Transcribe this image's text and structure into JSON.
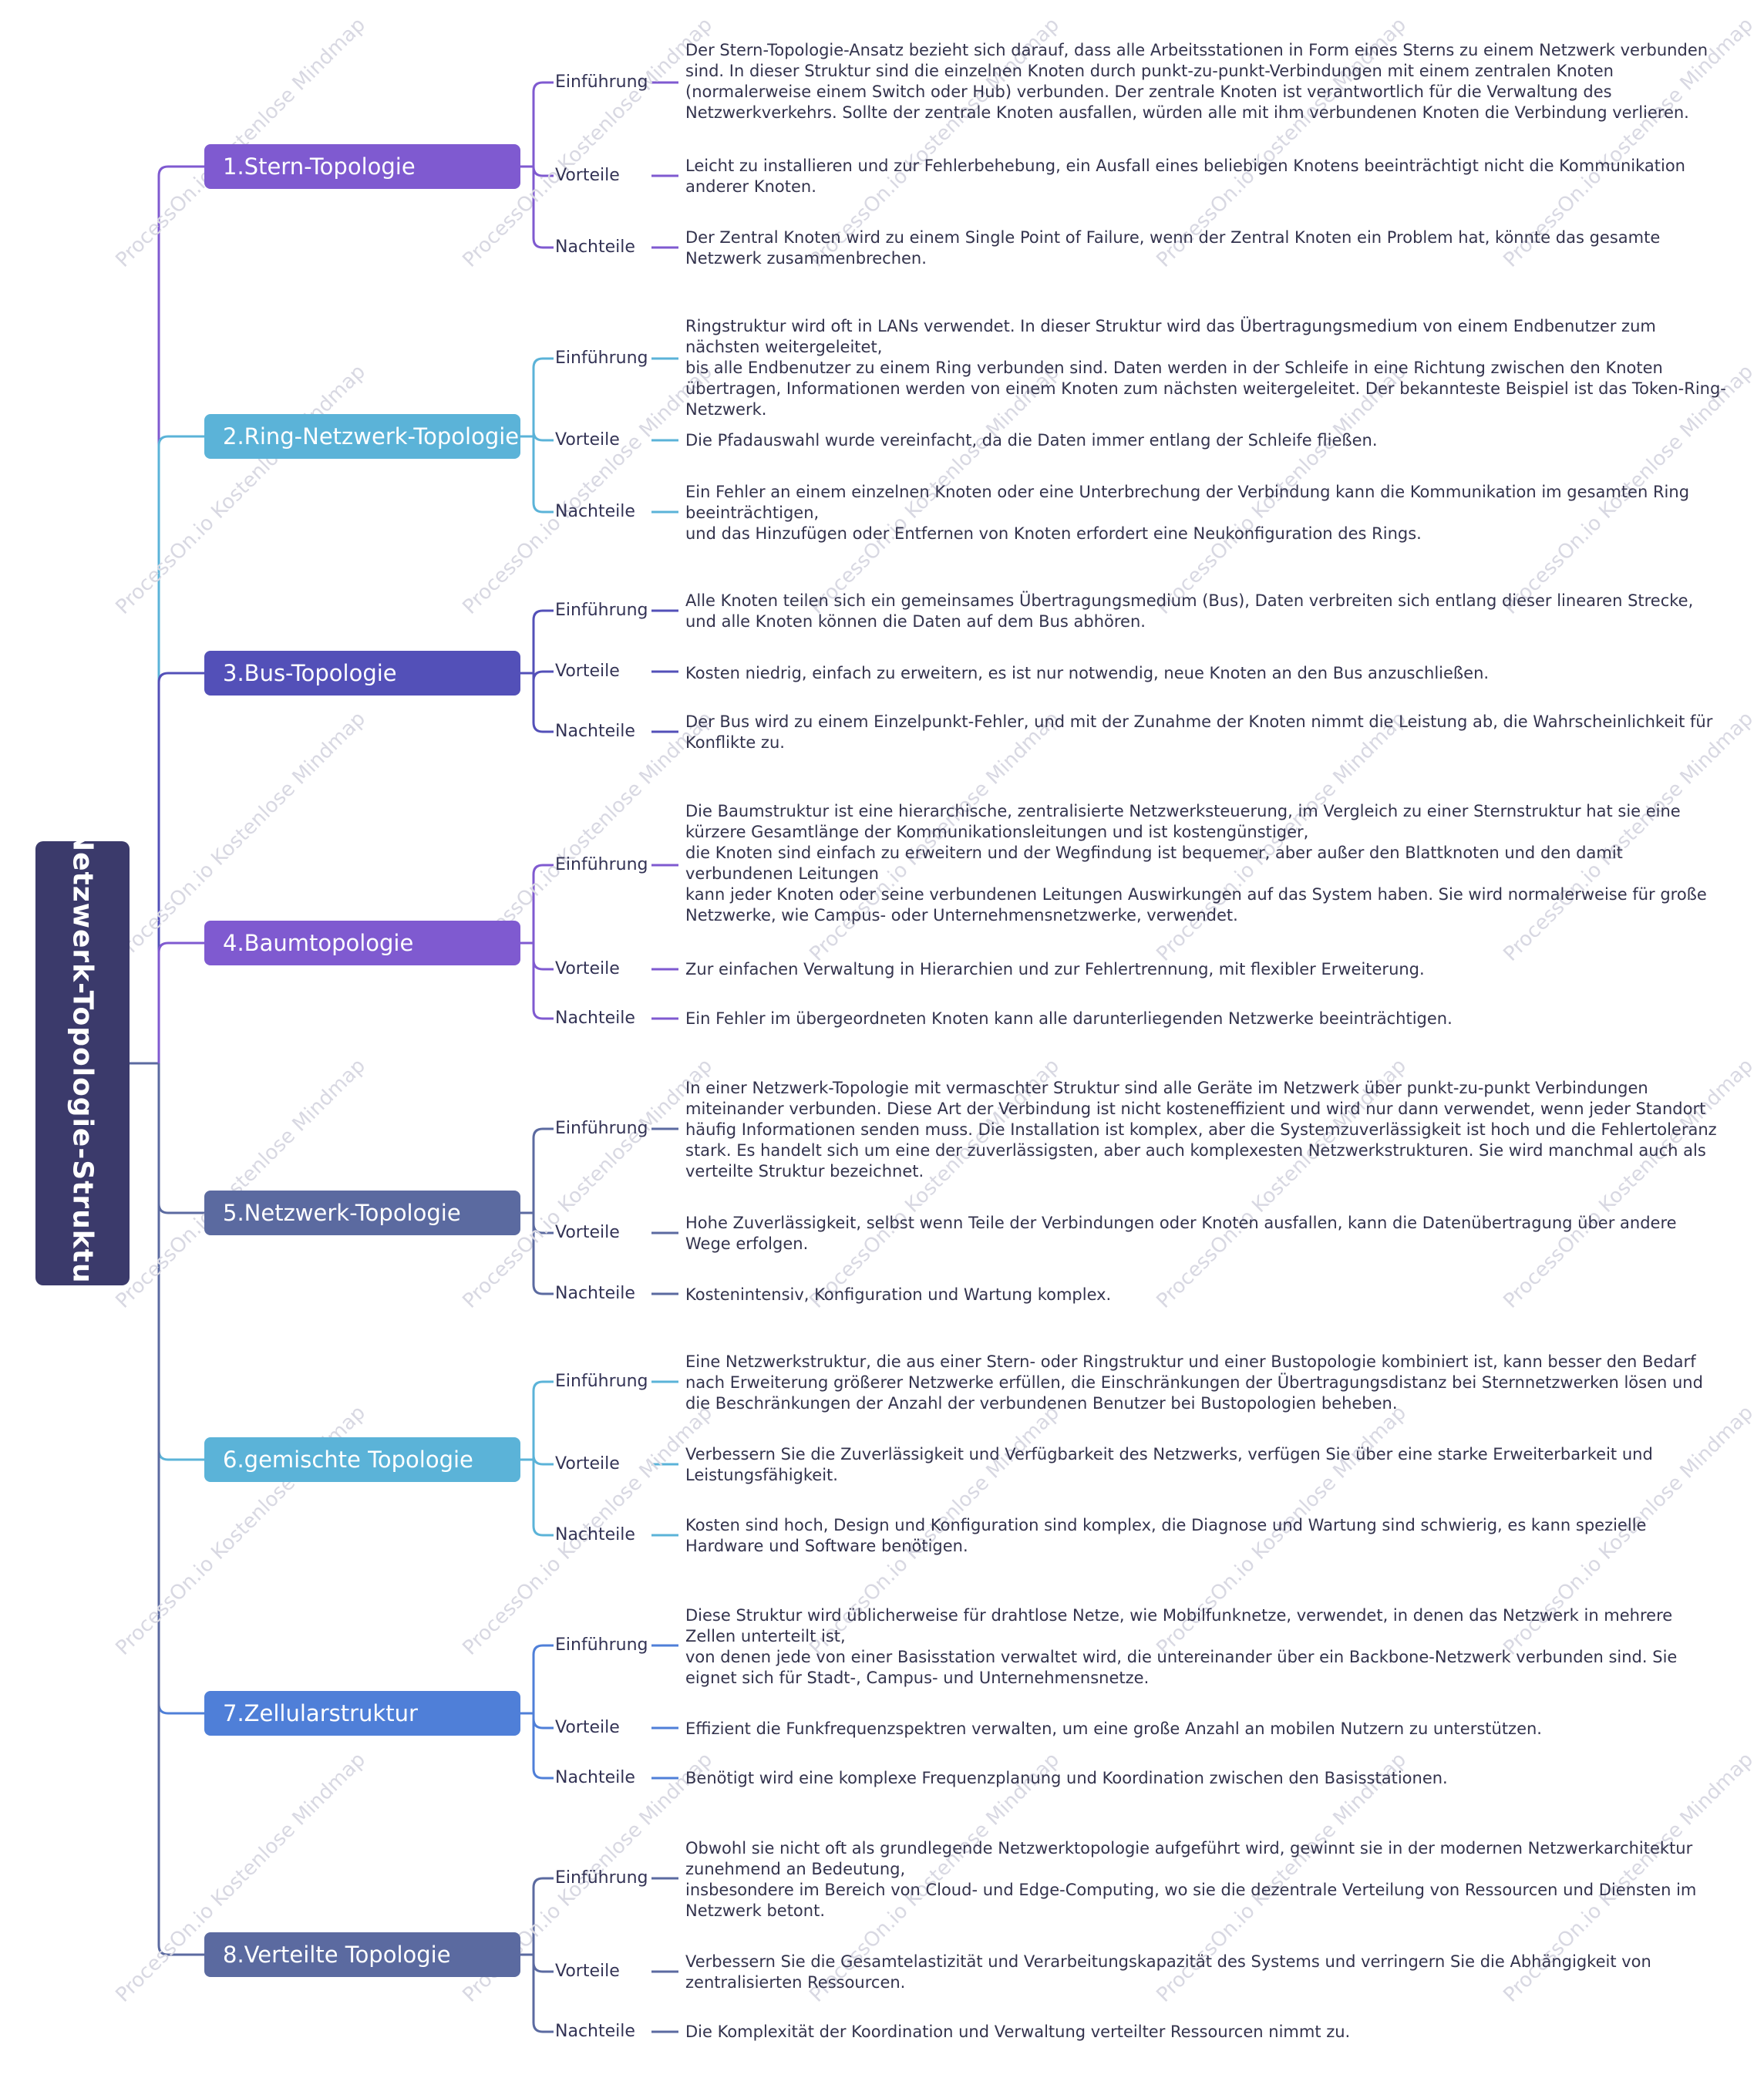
{
  "root": {
    "title": "Netzwerk-Topologie-Struktur"
  },
  "watermark": "ProcessOn.io Kostenlose Mindmap",
  "branches": [
    {
      "label": "1.Stern-Topologie",
      "color": "#7f5ad0",
      "children": [
        {
          "label": "Einführung",
          "text": "Der Stern-Topologie-Ansatz bezieht sich darauf, dass alle Arbeitsstationen in Form eines Sterns zu einem Netzwerk verbunden sind. In dieser Struktur sind die einzelnen Knoten durch punkt-zu-punkt-Verbindungen mit einem zentralen Knoten (normalerweise einem Switch oder Hub) verbunden. Der zentrale Knoten ist verantwortlich für die Verwaltung des Netzwerkverkehrs. Sollte der zentrale Knoten ausfallen, würden alle mit ihm verbundenen Knoten die Verbindung verlieren."
        },
        {
          "label": "Vorteile",
          "text": "Leicht zu installieren und zur Fehlerbehebung, ein Ausfall eines beliebigen Knotens beeinträchtigt nicht die Kommunikation anderer Knoten."
        },
        {
          "label": "Nachteile",
          "text": "Der Zentral Knoten wird zu einem Single Point of Failure, wenn der Zentral Knoten ein Problem hat, könnte das gesamte Netzwerk zusammenbrechen."
        }
      ]
    },
    {
      "label": "2.Ring-Netzwerk-Topologie",
      "color": "#5bb3d8",
      "children": [
        {
          "label": "Einführung",
          "text": "Ringstruktur wird oft in LANs verwendet. In dieser Struktur wird das Übertragungsmedium von einem Endbenutzer zum nächsten weitergeleitet,\nbis alle Endbenutzer zu einem Ring verbunden sind. Daten werden in der Schleife in eine Richtung zwischen den Knoten übertragen, Informationen werden von einem Knoten zum nächsten weitergeleitet. Der bekannteste Beispiel ist das Token-Ring-Netzwerk."
        },
        {
          "label": "Vorteile",
          "text": "Die Pfadauswahl wurde vereinfacht, da die Daten immer entlang der Schleife fließen."
        },
        {
          "label": "Nachteile",
          "text": "Ein Fehler an einem einzelnen Knoten oder eine Unterbrechung der Verbindung kann die Kommunikation im gesamten Ring beeinträchtigen,\nund das Hinzufügen oder Entfernen von Knoten erfordert eine Neukonfiguration des Rings."
        }
      ]
    },
    {
      "label": "3.Bus-Topologie",
      "color": "#5350b8",
      "children": [
        {
          "label": "Einführung",
          "text": "Alle Knoten teilen sich ein gemeinsames Übertragungsmedium (Bus), Daten verbreiten sich entlang dieser linearen Strecke,\nund alle Knoten können die Daten auf dem Bus abhören."
        },
        {
          "label": "Vorteile",
          "text": "Kosten niedrig, einfach zu erweitern, es ist nur notwendig, neue Knoten an den Bus anzuschließen."
        },
        {
          "label": "Nachteile",
          "text": "Der Bus wird zu einem Einzelpunkt-Fehler, und mit der Zunahme der Knoten nimmt die Leistung ab, die Wahrscheinlichkeit für Konflikte zu."
        }
      ]
    },
    {
      "label": "4.Baumtopologie",
      "color": "#7f5ad0",
      "children": [
        {
          "label": "Einführung",
          "text": "Die Baumstruktur ist eine hierarchische, zentralisierte Netzwerksteuerung, im Vergleich zu einer Sternstruktur hat sie eine kürzere Gesamtlänge der Kommunikationsleitungen und ist kostengünstiger,\ndie Knoten sind einfach zu erweitern und der Wegfindung ist bequemer, aber außer den Blattknoten und den damit verbundenen Leitungen\nkann jeder Knoten oder seine verbundenen Leitungen Auswirkungen auf das System haben. Sie wird normalerweise für große Netzwerke, wie Campus- oder Unternehmensnetzwerke, verwendet."
        },
        {
          "label": "Vorteile",
          "text": "Zur einfachen Verwaltung in Hierarchien und zur Fehlertrennung, mit flexibler Erweiterung."
        },
        {
          "label": "Nachteile",
          "text": "Ein Fehler im übergeordneten Knoten kann alle darunterliegenden Netzwerke beeinträchtigen."
        }
      ]
    },
    {
      "label": "5.Netzwerk-Topologie",
      "color": "#5b6aa0",
      "children": [
        {
          "label": "Einführung",
          "text": "In einer Netzwerk-Topologie mit vermaschter Struktur sind alle Geräte im Netzwerk über punkt-zu-punkt Verbindungen miteinander verbunden. Diese Art der Verbindung ist nicht kosteneffizient und wird nur dann verwendet, wenn jeder Standort häufig Informationen senden muss. Die Installation ist komplex, aber die Systemzuverlässigkeit ist hoch und die Fehlertoleranz stark. Es handelt sich um eine der zuverlässigsten, aber auch komplexesten Netzwerkstrukturen. Sie wird manchmal auch als verteilte Struktur bezeichnet."
        },
        {
          "label": "Vorteile",
          "text": "Hohe Zuverlässigkeit, selbst wenn Teile der Verbindungen oder Knoten ausfallen, kann die Datenübertragung über andere Wege erfolgen."
        },
        {
          "label": "Nachteile",
          "text": "Kostenintensiv, Konfiguration und Wartung komplex."
        }
      ]
    },
    {
      "label": "6.gemischte Topologie",
      "color": "#5bb3d8",
      "children": [
        {
          "label": "Einführung",
          "text": "Eine Netzwerkstruktur, die aus einer Stern- oder Ringstruktur und einer Bustopologie kombiniert ist, kann besser den Bedarf nach Erweiterung größerer Netzwerke erfüllen, die Einschränkungen der Übertragungsdistanz bei Sternnetzwerken lösen und die Beschränkungen der Anzahl der verbundenen Benutzer bei Bustopologien beheben."
        },
        {
          "label": "Vorteile",
          "text": "Verbessern Sie die Zuverlässigkeit und Verfügbarkeit des Netzwerks, verfügen Sie über eine starke Erweiterbarkeit und Leistungsfähigkeit."
        },
        {
          "label": "Nachteile",
          "text": "Kosten sind hoch, Design und Konfiguration sind komplex, die Diagnose und Wartung sind schwierig, es kann spezielle Hardware und Software benötigen."
        }
      ]
    },
    {
      "label": "7.Zellularstruktur",
      "color": "#4f7fd8",
      "children": [
        {
          "label": "Einführung",
          "text": "Diese Struktur wird üblicherweise für drahtlose Netze, wie Mobilfunknetze, verwendet, in denen das Netzwerk in mehrere Zellen unterteilt ist,\nvon denen jede von einer Basisstation verwaltet wird, die untereinander über ein Backbone-Netzwerk verbunden sind. Sie eignet sich für Stadt-, Campus- und Unternehmensnetze."
        },
        {
          "label": "Vorteile",
          "text": "Effizient die Funkfrequenzspektren verwalten, um eine große Anzahl an mobilen Nutzern zu unterstützen."
        },
        {
          "label": "Nachteile",
          "text": "Benötigt wird eine komplexe Frequenzplanung und Koordination zwischen den Basisstationen."
        }
      ]
    },
    {
      "label": "8.Verteilte Topologie",
      "color": "#5b6aa0",
      "children": [
        {
          "label": "Einführung",
          "text": "Obwohl sie nicht oft als grundlegende Netzwerktopologie aufgeführt wird, gewinnt sie in der modernen Netzwerkarchitektur zunehmend an Bedeutung,\ninsbesondere im Bereich von Cloud- und Edge-Computing, wo sie die dezentrale Verteilung von Ressourcen und Diensten im Netzwerk betont."
        },
        {
          "label": "Vorteile",
          "text": "Verbessern Sie die Gesamtelastizität und Verarbeitungskapazität des Systems und verringern Sie die Abhängigkeit von zentralisierten Ressourcen."
        },
        {
          "label": "Nachteile",
          "text": "Die Komplexität der Koordination und Verwaltung verteilter Ressourcen nimmt zu."
        }
      ]
    }
  ]
}
